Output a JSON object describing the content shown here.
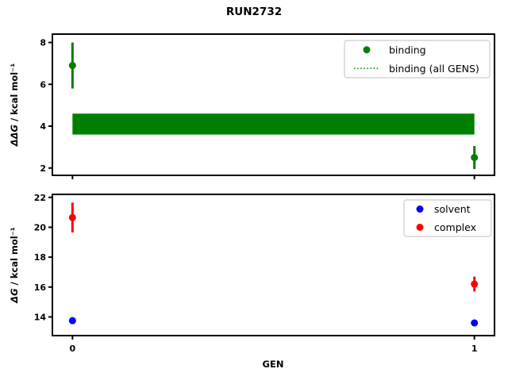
{
  "figure": {
    "suptitle": "RUN2732",
    "background": "#ffffff",
    "axis_color": "#000000",
    "legend_border_color": "#cccccc"
  },
  "chart_data": [
    {
      "type": "scatter",
      "panel": "top",
      "ylabel": {
        "math": "ΔΔG",
        "units": " / kcal mol⁻¹",
        "full": "ΔΔG / kcal mol⁻¹"
      },
      "ylim": [
        1.65,
        8.4
      ],
      "xlim": [
        -0.05,
        1.05
      ],
      "yticks": [
        2,
        4,
        6,
        8
      ],
      "xticks": [
        0,
        1
      ],
      "xtick_labels_visible": false,
      "grid": false,
      "legend_position": "upper right",
      "legend": {
        "entries": [
          {
            "glyph": "circle",
            "color": "#008000",
            "label": "binding"
          },
          {
            "glyph": "dotted-line",
            "color": "#008000",
            "label": "binding (all GENS)"
          }
        ]
      },
      "series": [
        {
          "name": "binding",
          "kind": "points",
          "marker": "circle",
          "color": "#008000",
          "x": [
            0,
            1
          ],
          "y": [
            6.9,
            2.5
          ],
          "yerr": [
            1.1,
            0.55
          ]
        },
        {
          "name": "binding (all GENS)",
          "kind": "hband",
          "color": "#008000",
          "x_span": [
            0,
            1
          ],
          "y_low": 3.6,
          "y_high": 4.6,
          "y_center": 4.1
        }
      ]
    },
    {
      "type": "scatter",
      "panel": "bottom",
      "ylabel": {
        "math": "ΔG",
        "units": " / kcal mol⁻¹",
        "full": "ΔG / kcal mol⁻¹"
      },
      "xlabel": "GEN",
      "ylim": [
        12.75,
        22.2
      ],
      "xlim": [
        -0.05,
        1.05
      ],
      "yticks": [
        14,
        16,
        18,
        20,
        22
      ],
      "xticks": [
        0,
        1
      ],
      "xtick_labels_visible": true,
      "grid": false,
      "legend_position": "upper right",
      "legend": {
        "entries": [
          {
            "glyph": "circle",
            "color": "#0000ff",
            "label": "solvent"
          },
          {
            "glyph": "circle",
            "color": "#ff0000",
            "label": "complex"
          }
        ]
      },
      "series": [
        {
          "name": "solvent",
          "kind": "points",
          "marker": "circle",
          "color": "#0000ff",
          "x": [
            0,
            1
          ],
          "y": [
            13.75,
            13.6
          ],
          "yerr": [
            0.1,
            0.2
          ]
        },
        {
          "name": "complex",
          "kind": "points",
          "marker": "circle",
          "color": "#ff0000",
          "x": [
            0,
            1
          ],
          "y": [
            20.65,
            16.2
          ],
          "yerr": [
            1.0,
            0.5
          ]
        }
      ]
    }
  ]
}
